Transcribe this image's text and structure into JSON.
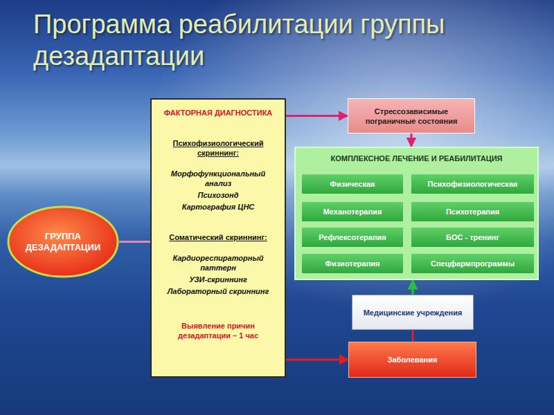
{
  "diagram": {
    "title": "Программа реабилитации группы дезадаптации",
    "nodes": [
      {
        "text": [
          "ГРУППА ДЕЗАДАПТАЦИИ"
        ]
      },
      {
        "text": [
          "ФАКТОРНАЯ ДИАГНОСТИКА",
          "Психофизиологический скриннинг:",
          "Морфофункциональный анализ",
          "Психозонд",
          "Картография ЦНС",
          "Соматический скриннинг:",
          "Кардиореспираторный паттерн",
          "УЗИ-скриннинг",
          "Лабораторный скриннинг",
          "Выявление причин дезадаптации – 1 час"
        ]
      },
      {
        "text": [
          "Стрессозависимые пограничные состояния"
        ]
      },
      {
        "text": [
          "КОМПЛЕКСНОЕ ЛЕЧЕНИЕ И РЕАБИЛИТАЦИЯ"
        ]
      },
      {
        "text": [
          "Физическая"
        ],
        "in": 3
      },
      {
        "text": [
          "Психофизиологическая"
        ],
        "in": 3
      },
      {
        "text": [
          "Механотерапия"
        ],
        "in": 3
      },
      {
        "text": [
          "Психотерапия"
        ],
        "in": 3
      },
      {
        "text": [
          "Рефлексотерапия"
        ],
        "in": 3
      },
      {
        "text": [
          "БОС - тренинг"
        ],
        "in": 3
      },
      {
        "text": [
          "Физиотерапия"
        ],
        "in": 3
      },
      {
        "text": [
          "Спецфармпрограммы"
        ],
        "in": 3
      },
      {
        "text": [
          "Медицинские учреждения"
        ]
      },
      {
        "text": [
          "Заболевания"
        ]
      }
    ],
    "edges": [
      {
        "from": 0,
        "to": 1,
        "arrow": "none"
      },
      {
        "from": 1,
        "to": 2,
        "arrow": "to"
      },
      {
        "from": 2,
        "to": 3,
        "arrow": "to"
      },
      {
        "from": 1,
        "to": 13,
        "arrow": "to"
      },
      {
        "from": 13,
        "to": 12,
        "arrow": "none"
      },
      {
        "from": 12,
        "to": 3,
        "arrow": "to"
      }
    ]
  }
}
